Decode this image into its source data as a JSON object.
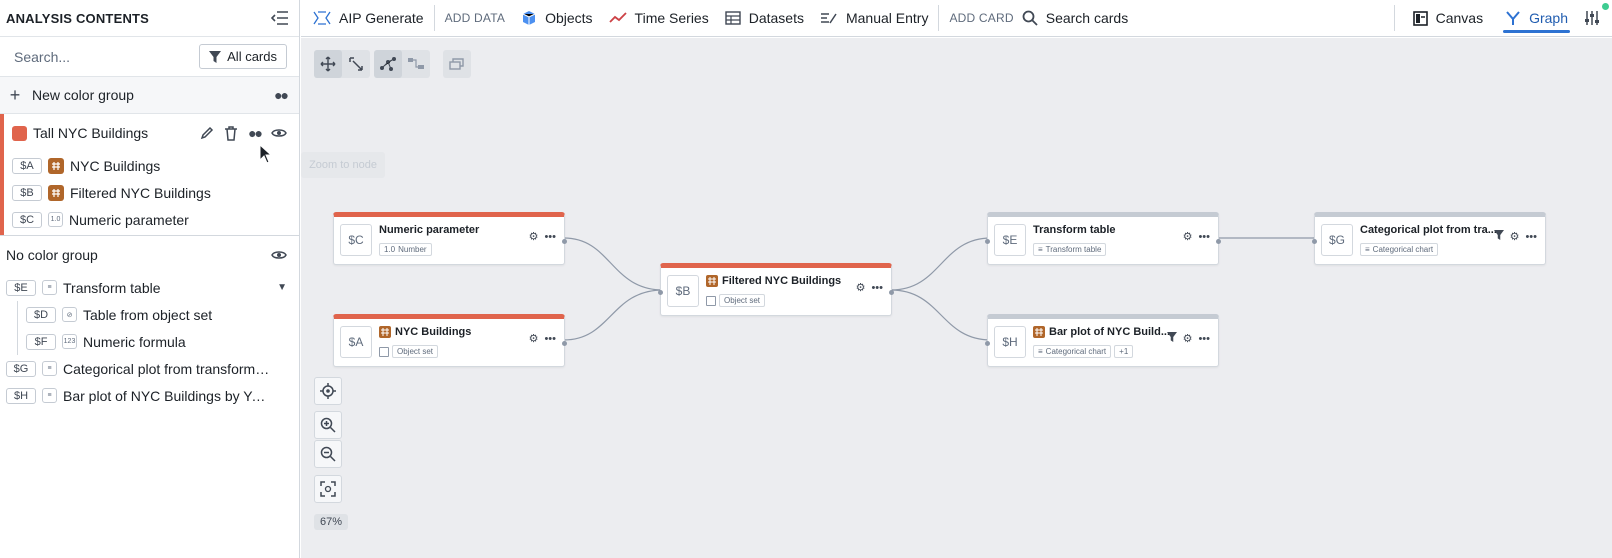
{
  "sidebar": {
    "title": "ANALYSIS CONTENTS",
    "search_placeholder": "Search...",
    "all_cards_label": "All cards",
    "new_color_group_label": "New color group",
    "tall_group": {
      "name": "Tall NYC Buildings",
      "color": "#e0644c",
      "items": [
        {
          "var": "$A",
          "label": "NYC Buildings",
          "icon": "object-icon"
        },
        {
          "var": "$B",
          "label": "Filtered NYC Buildings",
          "icon": "object-icon"
        },
        {
          "var": "$C",
          "label": "Numeric parameter",
          "icon": "number-icon",
          "icon_text": "1.0"
        }
      ]
    },
    "no_group": {
      "name": "No color group",
      "items": [
        {
          "var": "$E",
          "label": "Transform table",
          "icon": "transform-icon"
        },
        {
          "var": "$D",
          "label": "Table from object set",
          "icon": "link-icon"
        },
        {
          "var": "$F",
          "label": "Numeric formula",
          "icon": "formula-icon",
          "icon_text": "123"
        },
        {
          "var": "$G",
          "label": "Categorical plot from transform t...",
          "icon": "chart-icon"
        },
        {
          "var": "$H",
          "label": "Bar plot of NYC Buildings by Year ...",
          "icon": "chart-icon"
        }
      ]
    }
  },
  "toolbar": {
    "aip_generate": "AIP Generate",
    "add_data_label": "ADD DATA",
    "objects": "Objects",
    "time_series": "Time Series",
    "datasets": "Datasets",
    "manual_entry": "Manual Entry",
    "add_card_label": "ADD CARD",
    "search_cards": "Search cards",
    "canvas": "Canvas",
    "graph": "Graph"
  },
  "canvas": {
    "tooltip": "Zoom to node",
    "zoom_level": "67%",
    "nodes": {
      "c": {
        "var": "$C",
        "title": "Numeric parameter",
        "sub": "Number",
        "sub_icon_text": "1.0"
      },
      "a": {
        "var": "$A",
        "title": "NYC Buildings",
        "sub": "Object set"
      },
      "b": {
        "var": "$B",
        "title": "Filtered NYC Buildings",
        "sub": "Object set"
      },
      "e": {
        "var": "$E",
        "title": "Transform table",
        "sub": "Transform table"
      },
      "g": {
        "var": "$G",
        "title": "Categorical plot from tra...",
        "sub": "Categorical chart"
      },
      "h": {
        "var": "$H",
        "title": "Bar plot of NYC Build...",
        "sub": "Categorical chart",
        "extra": "+1"
      }
    }
  },
  "colors": {
    "accent": "#2d72d2",
    "group_red": "#e0644c",
    "object_brown": "#b0662a"
  }
}
